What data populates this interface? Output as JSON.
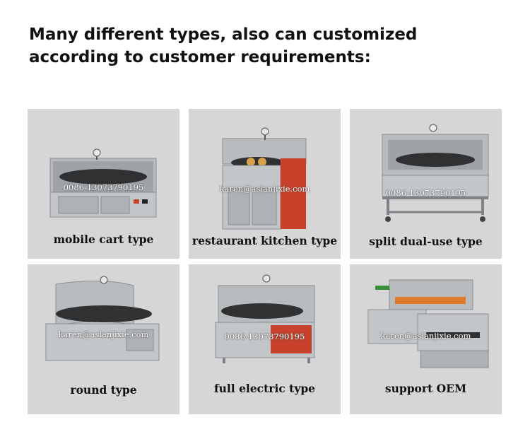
{
  "headline": {
    "line1": "Many different types, also can customized",
    "line2": "according to customer requirements:"
  },
  "products": [
    {
      "caption": "mobile cart type",
      "watermark": "0086-13073790195"
    },
    {
      "caption": "restaurant kitchen type",
      "watermark": "karen@aslanjixie.com"
    },
    {
      "caption": "split dual-use type",
      "watermark": "0086-13073790195"
    },
    {
      "caption": "round type",
      "watermark": "karen@aslanjixie.com"
    },
    {
      "caption": "full electric type",
      "watermark": "0086-13073790195"
    },
    {
      "caption": "support OEM",
      "watermark": "karen@aslanjixie.com"
    }
  ],
  "colors": {
    "card_bg": "#d6d6d6",
    "steel": "#b9bcbf",
    "steel_dark": "#7f8387",
    "plate": "#2f3133",
    "accent_red": "#c8412b"
  }
}
